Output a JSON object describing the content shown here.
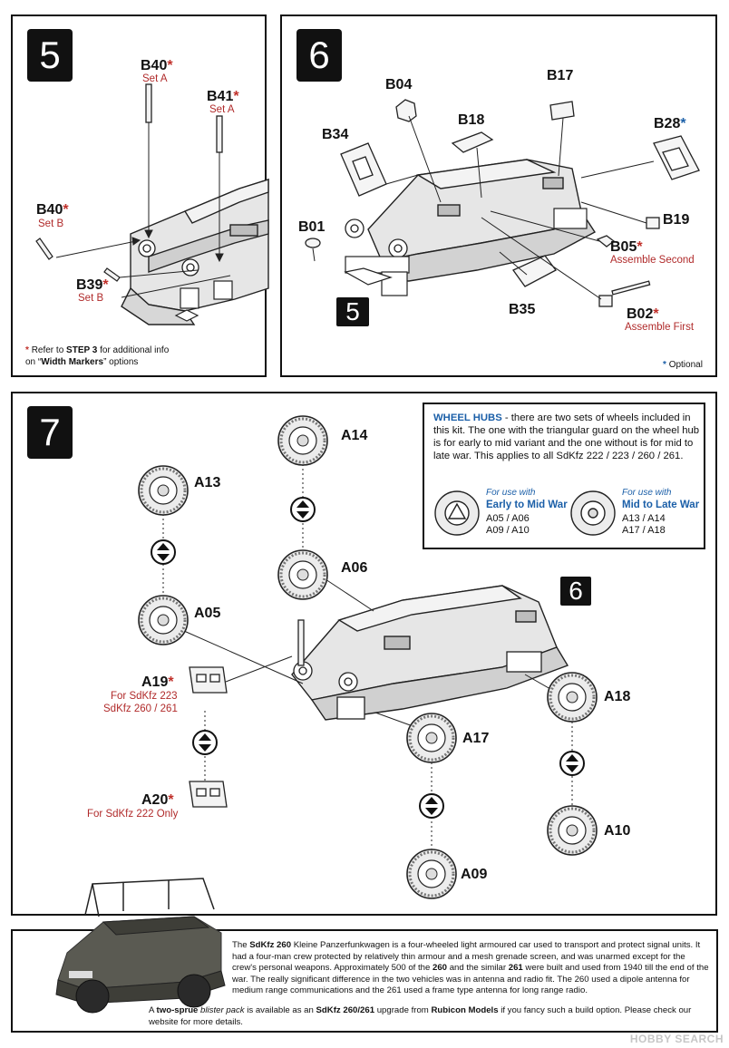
{
  "step5": {
    "number": "5",
    "labels": [
      {
        "code": "B40",
        "star": "*",
        "sub": "Set A"
      },
      {
        "code": "B41",
        "star": "*",
        "sub": "Set A"
      },
      {
        "code": "B40",
        "star": "*",
        "sub": "Set B"
      },
      {
        "code": "B39",
        "star": "*",
        "sub": "Set B"
      }
    ],
    "note": {
      "star": "*",
      "pre": "Refer to ",
      "bold1": "STEP 3",
      "mid": " for additional info",
      "line2_pre": "on “",
      "bold2": "Width Markers",
      "line2_post": "” options"
    }
  },
  "step6": {
    "number": "6",
    "labels": [
      {
        "code": "B04",
        "star": "",
        "sub": ""
      },
      {
        "code": "B17",
        "star": "",
        "sub": ""
      },
      {
        "code": "B18",
        "star": "",
        "sub": ""
      },
      {
        "code": "B28",
        "star": "*",
        "sub": ""
      },
      {
        "code": "B34",
        "star": "",
        "sub": ""
      },
      {
        "code": "B19",
        "star": "",
        "sub": ""
      },
      {
        "code": "B01",
        "star": "",
        "sub": ""
      },
      {
        "code": "B05",
        "star": "*",
        "sub": "Assemble Second"
      },
      {
        "code": "B35",
        "star": "",
        "sub": ""
      },
      {
        "code": "B02",
        "star": "*",
        "sub": "Assemble First"
      }
    ],
    "inset_number": "5",
    "optional": {
      "star": "*",
      "text": "Optional"
    }
  },
  "step7": {
    "number": "7",
    "inset_number": "6",
    "wheels": [
      "A13",
      "A14",
      "A05",
      "A06",
      "A18",
      "A17",
      "A10",
      "A09"
    ],
    "a19": {
      "code": "A19",
      "star": "*",
      "sub1": "For SdKfz 223",
      "sub2": "SdKfz 260 / 261"
    },
    "a20": {
      "code": "A20",
      "star": "*",
      "sub1": "For SdKfz 222 Only"
    },
    "wheel_hubs": {
      "title": "WHEEL HUBS",
      "text": " - there are two sets of wheels included in this kit.  The one with the triangular guard on the wheel hub is for early to mid variant and the one without is for mid to late war.  This applies to all SdKfz 222 / 223 / 260 / 261.",
      "left": {
        "caption": "For use with",
        "title": "Early to Mid War",
        "codes1": "A05 / A06",
        "codes2": "A09 / A10"
      },
      "right": {
        "caption": "For use with",
        "title": "Mid to Late War",
        "codes1": "A13 / A14",
        "codes2": "A17 / A18"
      }
    }
  },
  "info": {
    "p1_pre": "The ",
    "p1_b1": "SdKfz 260",
    "p1_a": " Kleine Panzerfunkwagen is a four-wheeled light armoured car used to transport and protect signal units.  It had a four-man crew protected by relatively thin armour and a mesh grenade screen, and was unarmed except for the crew's personal weapons.  Approximately 500 of the ",
    "p1_b2": "260",
    "p1_b": " and the similar ",
    "p1_b3": "261",
    "p1_c": " were built and used from 1940 till the end of the war.  The really significant difference in the two vehicles was in antenna and radio fit.  The 260 used a dipole antenna for medium range communications and the 261 used a frame type antenna for long range radio.",
    "p2_pre": "A ",
    "p2_b1": "two-sprue",
    "p2_i": " blister pack",
    "p2_a": " is available as an ",
    "p2_b2": "SdKfz 260/261",
    "p2_b": " upgrade from ",
    "p2_b3": "Rubicon Models",
    "p2_c": " if you fancy such a build option.  Please check our website for more details."
  },
  "watermark": "HOBBY SEARCH",
  "colors": {
    "accent_red": "#c0302a",
    "accent_blue": "#1b5fa8",
    "ink": "#111111"
  }
}
